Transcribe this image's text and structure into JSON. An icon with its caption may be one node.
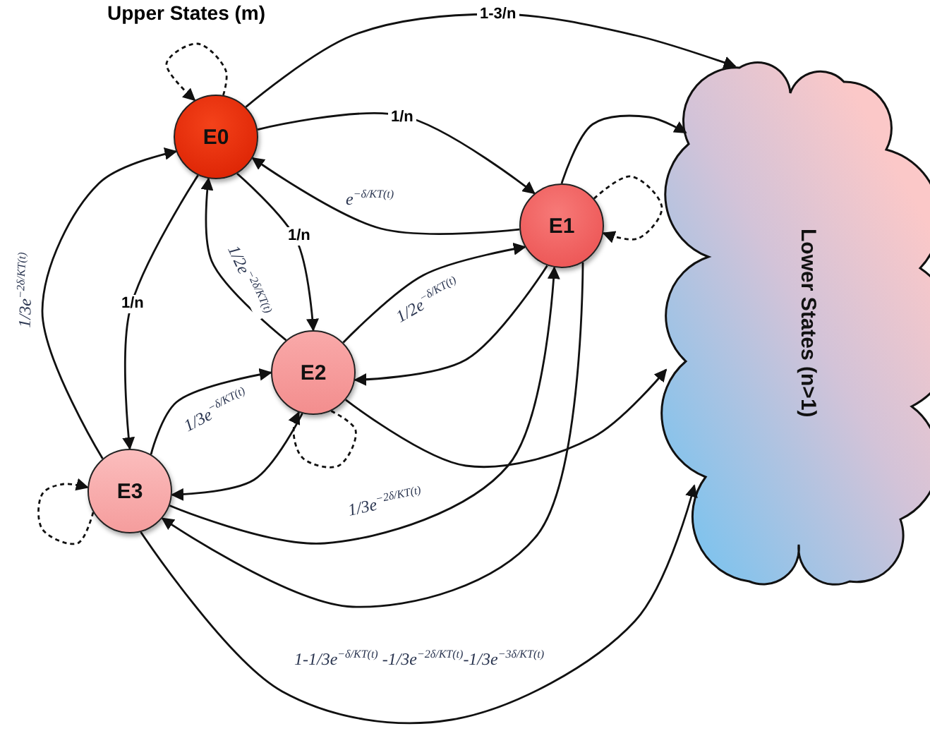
{
  "diagram": {
    "title": "Upper States (m)",
    "nodes": [
      {
        "text": [
          "E0"
        ]
      },
      {
        "text": [
          "E1"
        ]
      },
      {
        "text": [
          "E2"
        ]
      },
      {
        "text": [
          "E3"
        ]
      },
      {
        "text": [
          "Lower States (n>1)"
        ]
      }
    ],
    "edges": [
      {
        "from": 0,
        "to": 0,
        "arrow": "to",
        "style": "dashed"
      },
      {
        "from": 0,
        "to": 4,
        "arrow": "to",
        "label": "1-3/n"
      },
      {
        "from": 0,
        "to": 1,
        "arrow": "to",
        "label": "1/n"
      },
      {
        "from": 1,
        "to": 0,
        "arrow": "to",
        "label": "e$^{−δ/KT(t)}$"
      },
      {
        "from": 1,
        "to": 1,
        "arrow": "to",
        "style": "dashed"
      },
      {
        "from": 1,
        "to": 4,
        "arrow": "to"
      },
      {
        "from": 0,
        "to": 2,
        "arrow": "to",
        "label": "1/n"
      },
      {
        "from": 2,
        "to": 0,
        "arrow": "to",
        "label": "1/2e$^{−2δ/KT(t)}$"
      },
      {
        "from": 0,
        "to": 3,
        "arrow": "to",
        "label": "1/n"
      },
      {
        "from": 3,
        "to": 0,
        "arrow": "to",
        "label": "1/3e$^{−2δ/KT(t)}$"
      },
      {
        "from": 2,
        "to": 1,
        "arrow": "to",
        "label": "1/2e$^{−δ/KT(t)}$"
      },
      {
        "from": 1,
        "to": 2,
        "arrow": "to"
      },
      {
        "from": 2,
        "to": 2,
        "arrow": "to",
        "style": "dashed"
      },
      {
        "from": 3,
        "to": 2,
        "arrow": "to",
        "label": "1/3e$^{−δ/KT(t)}$"
      },
      {
        "from": 2,
        "to": 3,
        "arrow": "to"
      },
      {
        "from": 2,
        "to": 4,
        "arrow": "to"
      },
      {
        "from": 3,
        "to": 3,
        "arrow": "to",
        "style": "dashed"
      },
      {
        "from": 3,
        "to": 1,
        "arrow": "to",
        "label": "1/3e$^{−2δ/KT(t)}$"
      },
      {
        "from": 1,
        "to": 3,
        "arrow": "to"
      },
      {
        "from": 3,
        "to": 4,
        "arrow": "to",
        "label": "1-1/3e$^{−δ/KT(t)}$ -1/3e$^{−2δ/KT(t)}$-1/3e$^{−3δ/KT(t)}$"
      }
    ]
  }
}
